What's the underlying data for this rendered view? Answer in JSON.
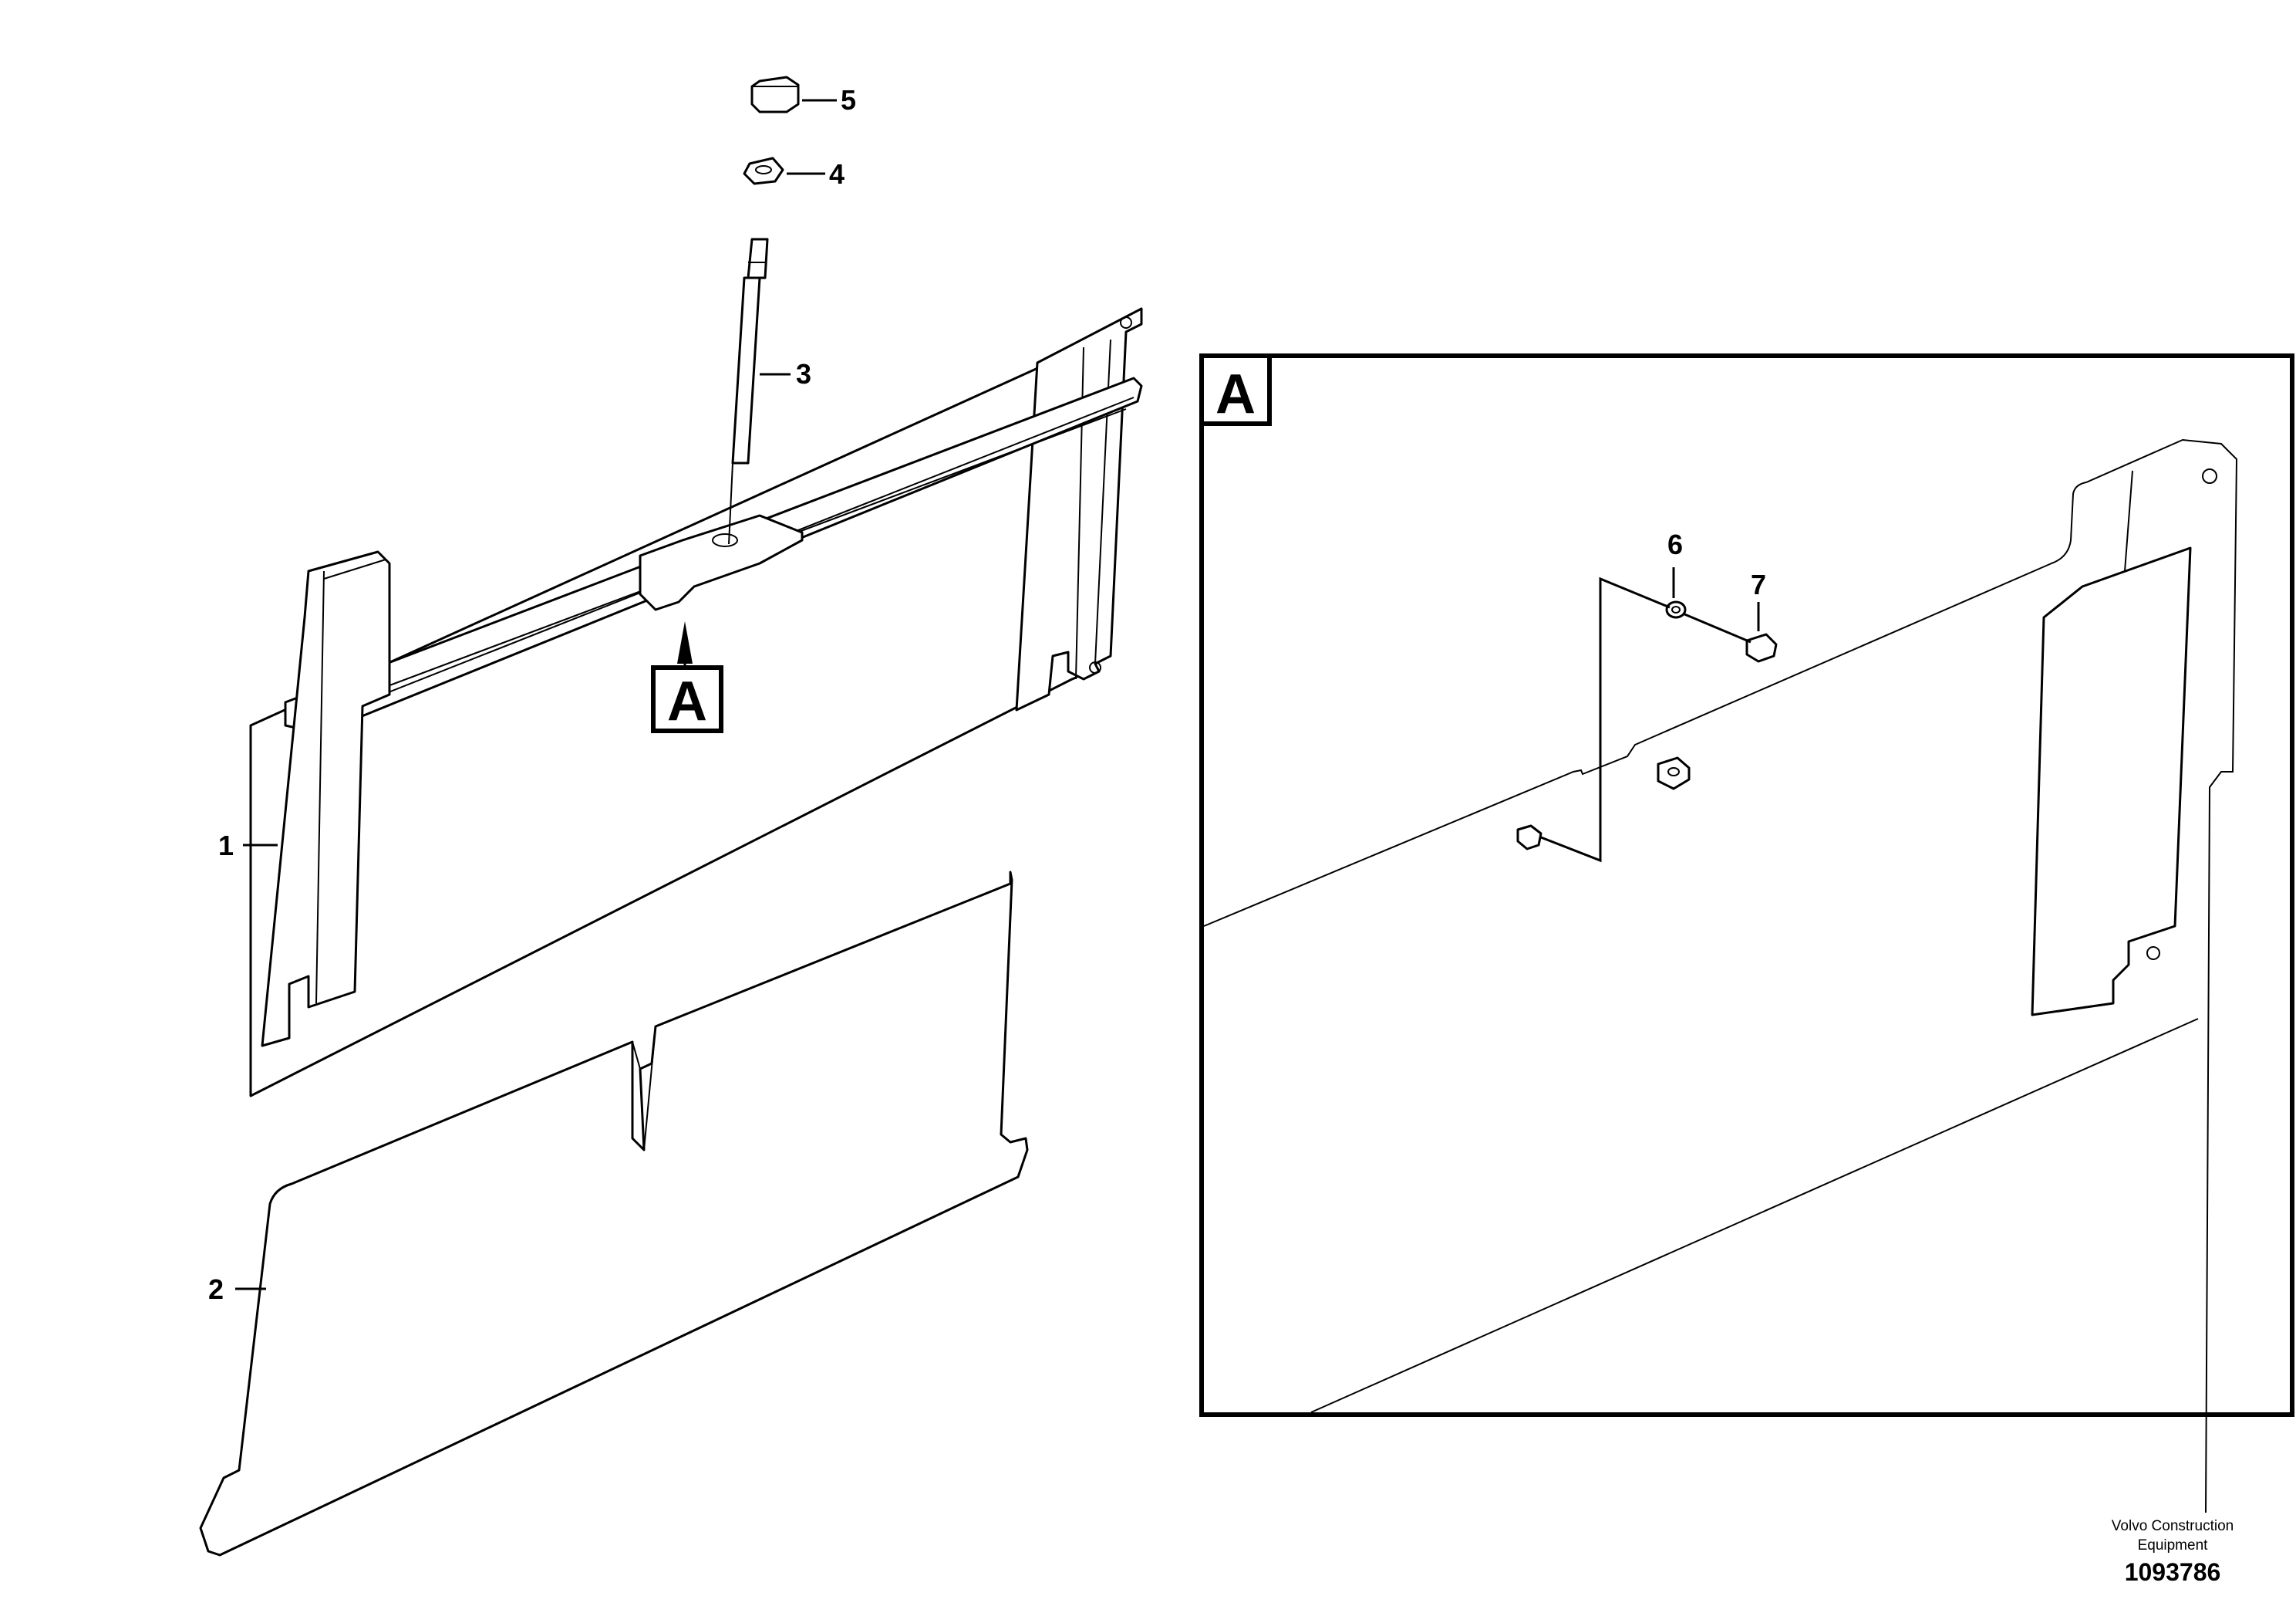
{
  "callouts": {
    "c1": "1",
    "c2": "2",
    "c3": "3",
    "c4": "4",
    "c5": "5",
    "c6": "6",
    "c7": "7"
  },
  "view": {
    "marker": "A",
    "detail_label": "A"
  },
  "footer": {
    "company_line1": "Volvo Construction",
    "company_line2": "Equipment",
    "drawing_number": "1093786"
  }
}
